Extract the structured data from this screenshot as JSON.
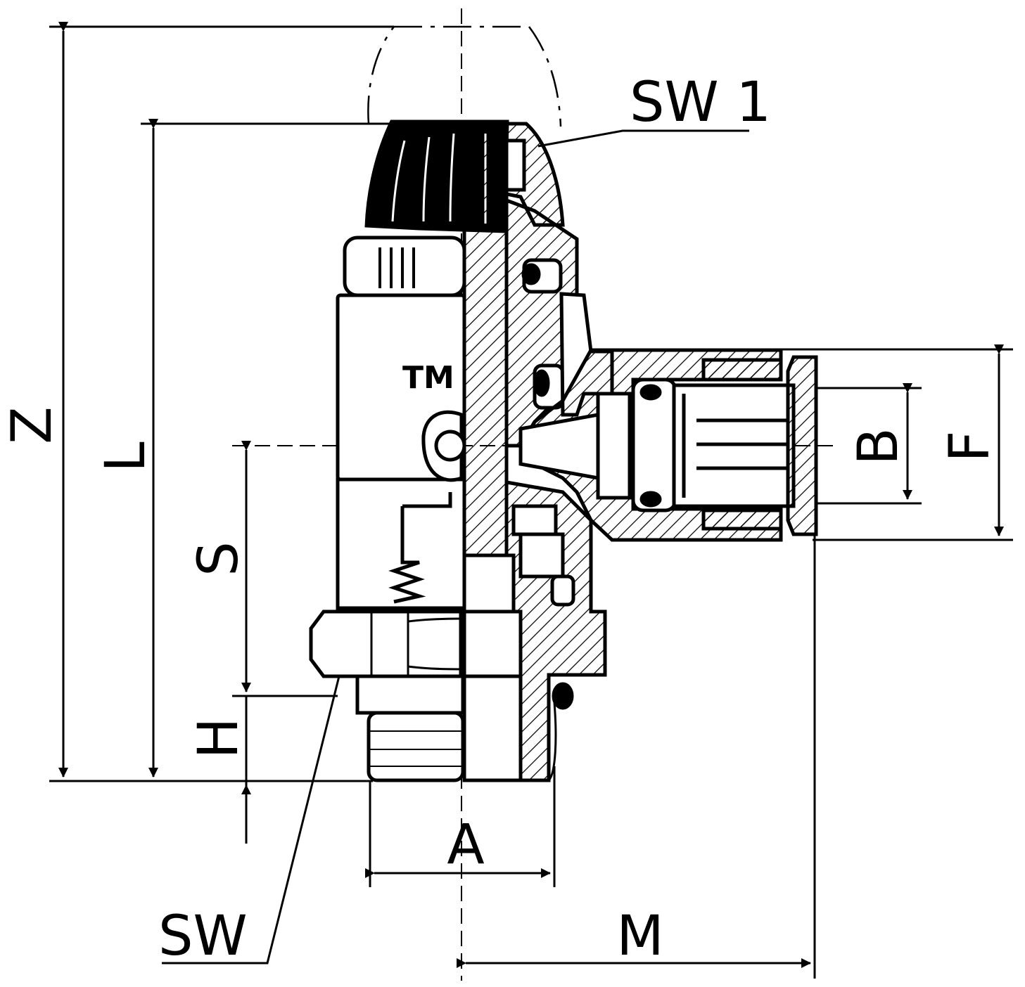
{
  "labels": {
    "Z": "Z",
    "L": "L",
    "S": "S",
    "H": "H",
    "A": "A",
    "M": "M",
    "B": "B",
    "F": "F",
    "SW": "SW",
    "SW1": "SW 1",
    "TM": "TM"
  }
}
